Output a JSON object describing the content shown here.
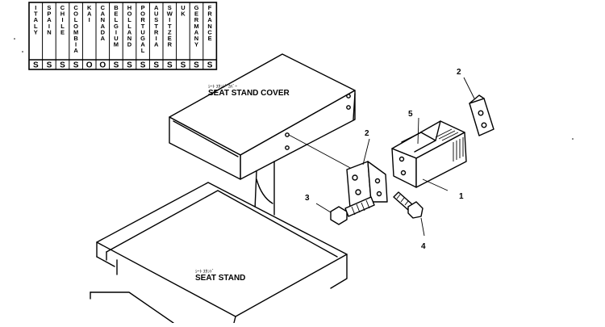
{
  "header": {
    "left_fragment": "",
    "right_fragment": ""
  },
  "applicability_table": {
    "countries": [
      "ITALY",
      "SPAIN",
      "CHILE",
      "COLOMBIA",
      "KAI",
      "CANADA",
      "BELGIUM",
      "HOLLAND",
      "PORTUGAL",
      "AUSTRIA",
      "SWITZER",
      "UK",
      "GERMANY",
      "FRANCE"
    ],
    "codes": [
      "S",
      "S",
      "S",
      "S",
      "O",
      "O",
      "S",
      "S",
      "S",
      "S",
      "S",
      "S",
      "S",
      "S"
    ]
  },
  "labels": {
    "seat_stand_cover_kana": "ｼｰﾄ ｽﾀﾝﾄﾞ ｶﾊﾞｰ",
    "seat_stand_cover": "SEAT STAND COVER",
    "seat_stand_kana": "ｼｰﾄ ｽﾀﾝﾄﾞ",
    "seat_stand": "SEAT STAND"
  },
  "callouts": {
    "c1": "1",
    "c2a": "2",
    "c2b": "2",
    "c3": "3",
    "c4": "4",
    "c5": "5"
  }
}
